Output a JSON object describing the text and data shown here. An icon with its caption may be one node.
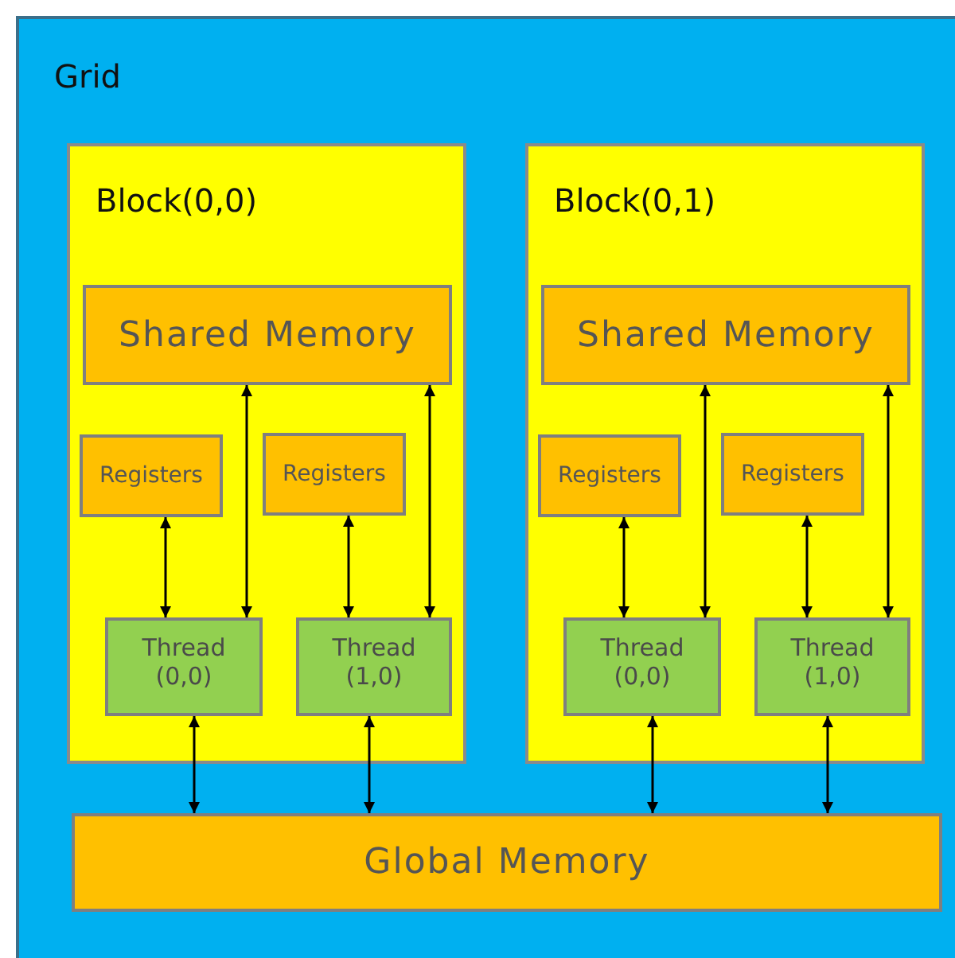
{
  "diagram": {
    "nodes": [
      {
        "text": [
          "Grid"
        ]
      },
      {
        "text": [
          "Block(0,0)"
        ],
        "in": 0
      },
      {
        "text": [
          "Shared Memory"
        ],
        "in": 1
      },
      {
        "text": [
          "Registers"
        ],
        "in": 1
      },
      {
        "text": [
          "Registers"
        ],
        "in": 1
      },
      {
        "text": [
          "Thread (0,0)"
        ],
        "in": 1
      },
      {
        "text": [
          "Thread (1,0)"
        ],
        "in": 1
      },
      {
        "text": [
          "Block(0,1)"
        ],
        "in": 0
      },
      {
        "text": [
          "Shared Memory"
        ],
        "in": 7
      },
      {
        "text": [
          "Registers"
        ],
        "in": 7
      },
      {
        "text": [
          "Registers"
        ],
        "in": 7
      },
      {
        "text": [
          "Thread (0,0)"
        ],
        "in": 7
      },
      {
        "text": [
          "Thread (1,0)"
        ],
        "in": 7
      },
      {
        "text": [
          "Global Memory"
        ],
        "in": 0
      }
    ],
    "edges": [
      {
        "from": 2,
        "to": 5,
        "arrow": "both"
      },
      {
        "from": 2,
        "to": 6,
        "arrow": "both"
      },
      {
        "from": 3,
        "to": 5,
        "arrow": "both"
      },
      {
        "from": 4,
        "to": 6,
        "arrow": "both"
      },
      {
        "from": 8,
        "to": 11,
        "arrow": "both"
      },
      {
        "from": 8,
        "to": 12,
        "arrow": "both"
      },
      {
        "from": 9,
        "to": 11,
        "arrow": "both"
      },
      {
        "from": 10,
        "to": 12,
        "arrow": "both"
      },
      {
        "from": 5,
        "to": 13,
        "arrow": "both"
      },
      {
        "from": 6,
        "to": 13,
        "arrow": "both"
      },
      {
        "from": 11,
        "to": 13,
        "arrow": "both"
      },
      {
        "from": 12,
        "to": 13,
        "arrow": "both"
      }
    ]
  }
}
